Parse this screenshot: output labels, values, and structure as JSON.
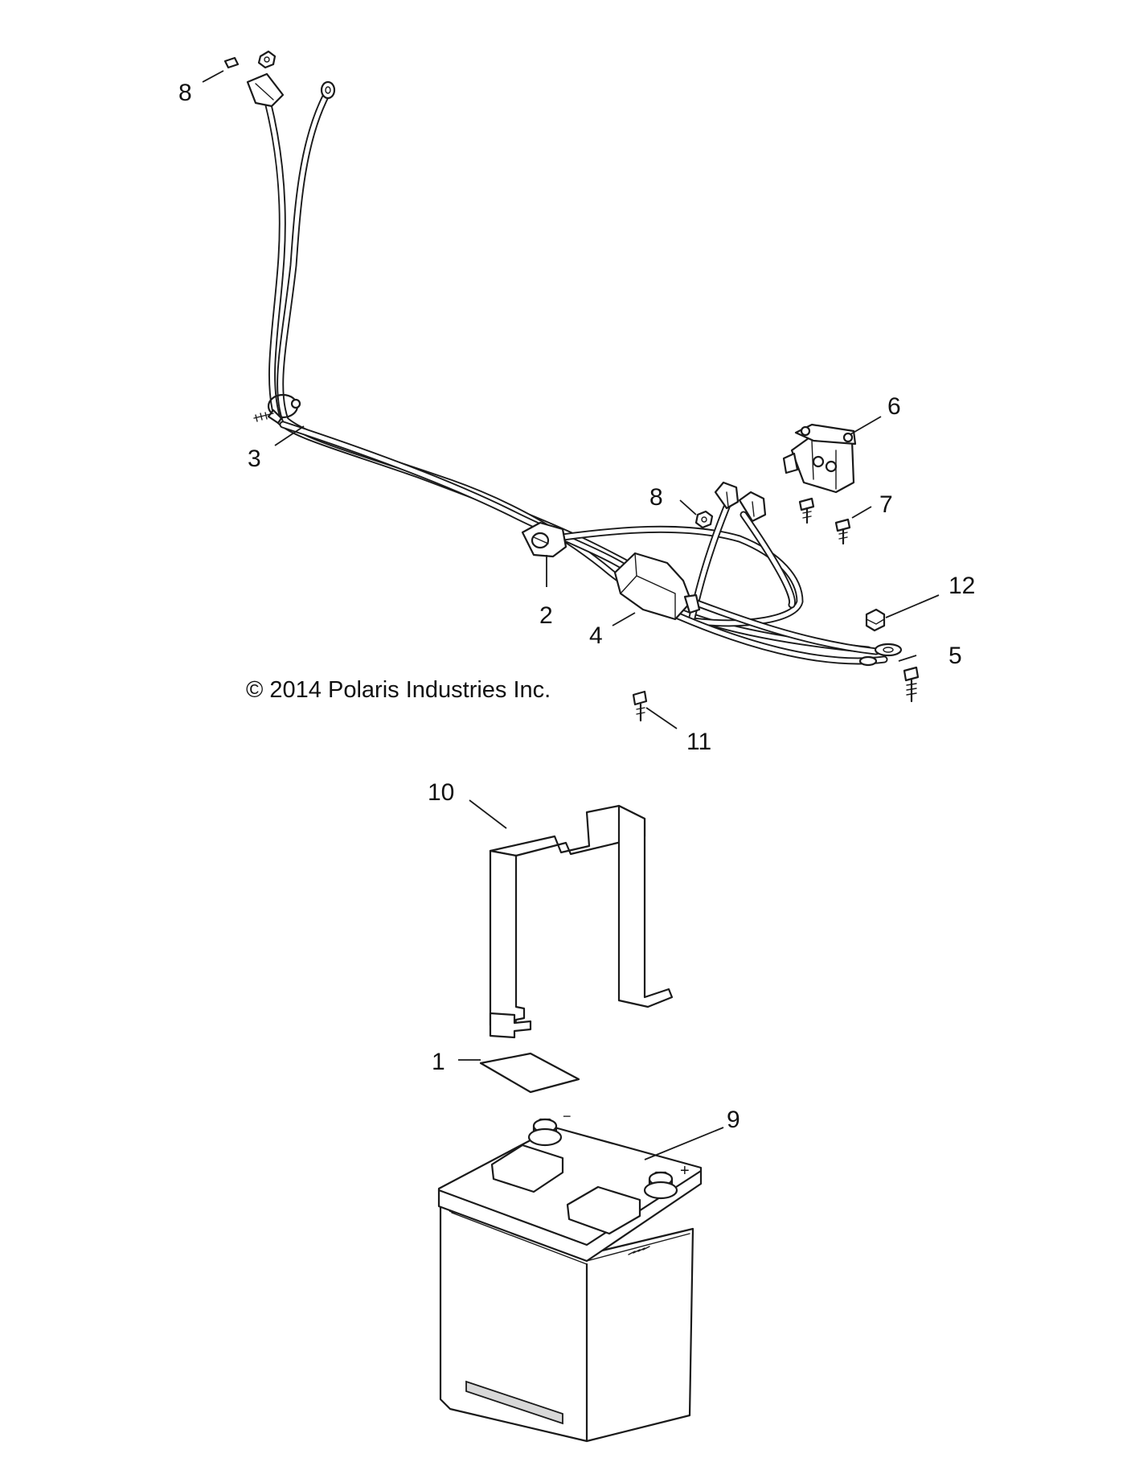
{
  "copyright": "© 2014 Polaris Industries Inc.",
  "callouts": {
    "c1": "1",
    "c2": "2",
    "c3": "3",
    "c4": "4",
    "c5": "5",
    "c6": "6",
    "c7": "7",
    "c8a": "8",
    "c8b": "8",
    "c9": "9",
    "c10": "10",
    "c11": "11",
    "c12": "12"
  },
  "battery": {
    "neg_mark": "−",
    "pos_mark": "+"
  }
}
